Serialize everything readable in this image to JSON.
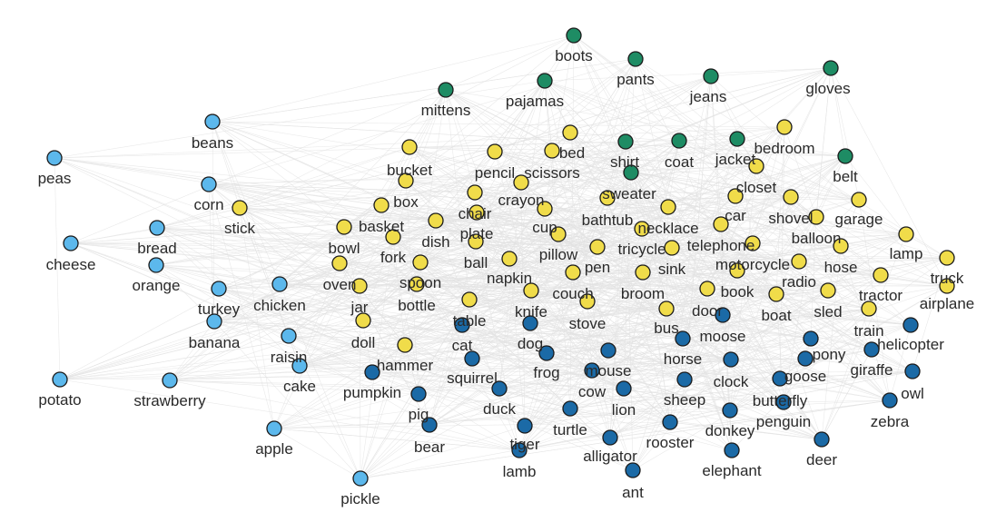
{
  "colors": {
    "food": "#5cb8ec",
    "clothing": "#1e8c64",
    "objects": "#f0dc4a",
    "animals": "#1b6aa6",
    "edge": "#e2e2e2",
    "outline": "#1a1a1a",
    "label": "#2a2a2a"
  },
  "nodes": [
    {
      "label": "boots",
      "group": "clothing"
    },
    {
      "label": "pants",
      "group": "clothing"
    },
    {
      "label": "jeans",
      "group": "clothing"
    },
    {
      "label": "gloves",
      "group": "clothing"
    },
    {
      "label": "pajamas",
      "group": "clothing"
    },
    {
      "label": "mittens",
      "group": "clothing"
    },
    {
      "label": "shirt",
      "group": "clothing"
    },
    {
      "label": "coat",
      "group": "clothing"
    },
    {
      "label": "jacket",
      "group": "clothing"
    },
    {
      "label": "belt",
      "group": "clothing"
    },
    {
      "label": "sweater",
      "group": "clothing"
    },
    {
      "label": "beans",
      "group": "food"
    },
    {
      "label": "peas",
      "group": "food"
    },
    {
      "label": "corn",
      "group": "food"
    },
    {
      "label": "bread",
      "group": "food"
    },
    {
      "label": "cheese",
      "group": "food"
    },
    {
      "label": "orange",
      "group": "food"
    },
    {
      "label": "turkey",
      "group": "food"
    },
    {
      "label": "chicken",
      "group": "food"
    },
    {
      "label": "banana",
      "group": "food"
    },
    {
      "label": "raisin",
      "group": "food"
    },
    {
      "label": "cake",
      "group": "food"
    },
    {
      "label": "potato",
      "group": "food"
    },
    {
      "label": "strawberry",
      "group": "food"
    },
    {
      "label": "apple",
      "group": "food"
    },
    {
      "label": "pickle",
      "group": "food"
    },
    {
      "label": "bed",
      "group": "objects"
    },
    {
      "label": "bedroom",
      "group": "objects"
    },
    {
      "label": "bucket",
      "group": "objects"
    },
    {
      "label": "pencil",
      "group": "objects"
    },
    {
      "label": "scissors",
      "group": "objects"
    },
    {
      "label": "closet",
      "group": "objects"
    },
    {
      "label": "stick",
      "group": "objects"
    },
    {
      "label": "box",
      "group": "objects"
    },
    {
      "label": "chair",
      "group": "objects"
    },
    {
      "label": "crayon",
      "group": "objects"
    },
    {
      "label": "car",
      "group": "objects"
    },
    {
      "label": "shovel",
      "group": "objects"
    },
    {
      "label": "garage",
      "group": "objects"
    },
    {
      "label": "basket",
      "group": "objects"
    },
    {
      "label": "plate",
      "group": "objects"
    },
    {
      "label": "cup",
      "group": "objects"
    },
    {
      "label": "bathtub",
      "group": "objects"
    },
    {
      "label": "necklace",
      "group": "objects"
    },
    {
      "label": "balloon",
      "group": "objects"
    },
    {
      "label": "bowl",
      "group": "objects"
    },
    {
      "label": "dish",
      "group": "objects"
    },
    {
      "label": "telephone",
      "group": "objects"
    },
    {
      "label": "lamp",
      "group": "objects"
    },
    {
      "label": "fork",
      "group": "objects"
    },
    {
      "label": "ball",
      "group": "objects"
    },
    {
      "label": "pillow",
      "group": "objects"
    },
    {
      "label": "tricycle",
      "group": "objects"
    },
    {
      "label": "hose",
      "group": "objects"
    },
    {
      "label": "oven",
      "group": "objects"
    },
    {
      "label": "spoon",
      "group": "objects"
    },
    {
      "label": "napkin",
      "group": "objects"
    },
    {
      "label": "pen",
      "group": "objects"
    },
    {
      "label": "sink",
      "group": "objects"
    },
    {
      "label": "motorcycle",
      "group": "objects"
    },
    {
      "label": "truck",
      "group": "objects"
    },
    {
      "label": "radio",
      "group": "objects"
    },
    {
      "label": "tractor",
      "group": "objects"
    },
    {
      "label": "jar",
      "group": "objects"
    },
    {
      "label": "bottle",
      "group": "objects"
    },
    {
      "label": "couch",
      "group": "objects"
    },
    {
      "label": "broom",
      "group": "objects"
    },
    {
      "label": "book",
      "group": "objects"
    },
    {
      "label": "airplane",
      "group": "objects"
    },
    {
      "label": "knife",
      "group": "objects"
    },
    {
      "label": "table",
      "group": "objects"
    },
    {
      "label": "stove",
      "group": "objects"
    },
    {
      "label": "door",
      "group": "objects"
    },
    {
      "label": "boat",
      "group": "objects"
    },
    {
      "label": "sled",
      "group": "objects"
    },
    {
      "label": "bus",
      "group": "objects"
    },
    {
      "label": "train",
      "group": "objects"
    },
    {
      "label": "doll",
      "group": "objects"
    },
    {
      "label": "hammer",
      "group": "objects"
    },
    {
      "label": "moose",
      "group": "animals"
    },
    {
      "label": "cat",
      "group": "animals"
    },
    {
      "label": "dog",
      "group": "animals"
    },
    {
      "label": "horse",
      "group": "animals"
    },
    {
      "label": "pony",
      "group": "animals"
    },
    {
      "label": "helicopter",
      "group": "animals"
    },
    {
      "label": "squirrel",
      "group": "animals"
    },
    {
      "label": "frog",
      "group": "animals"
    },
    {
      "label": "mouse",
      "group": "animals"
    },
    {
      "label": "goose",
      "group": "animals"
    },
    {
      "label": "giraffe",
      "group": "animals"
    },
    {
      "label": "pumpkin",
      "group": "animals"
    },
    {
      "label": "cow",
      "group": "animals"
    },
    {
      "label": "clock",
      "group": "animals"
    },
    {
      "label": "owl",
      "group": "animals"
    },
    {
      "label": "pig",
      "group": "animals"
    },
    {
      "label": "duck",
      "group": "animals"
    },
    {
      "label": "lion",
      "group": "animals"
    },
    {
      "label": "sheep",
      "group": "animals"
    },
    {
      "label": "butterfly",
      "group": "animals"
    },
    {
      "label": "zebra",
      "group": "animals"
    },
    {
      "label": "turtle",
      "group": "animals"
    },
    {
      "label": "penguin",
      "group": "animals"
    },
    {
      "label": "donkey",
      "group": "animals"
    },
    {
      "label": "bear",
      "group": "animals"
    },
    {
      "label": "tiger",
      "group": "animals"
    },
    {
      "label": "rooster",
      "group": "animals"
    },
    {
      "label": "alligator",
      "group": "animals"
    },
    {
      "label": "deer",
      "group": "animals"
    },
    {
      "label": "lamb",
      "group": "animals"
    },
    {
      "label": "elephant",
      "group": "animals"
    },
    {
      "label": "ant",
      "group": "animals"
    }
  ]
}
